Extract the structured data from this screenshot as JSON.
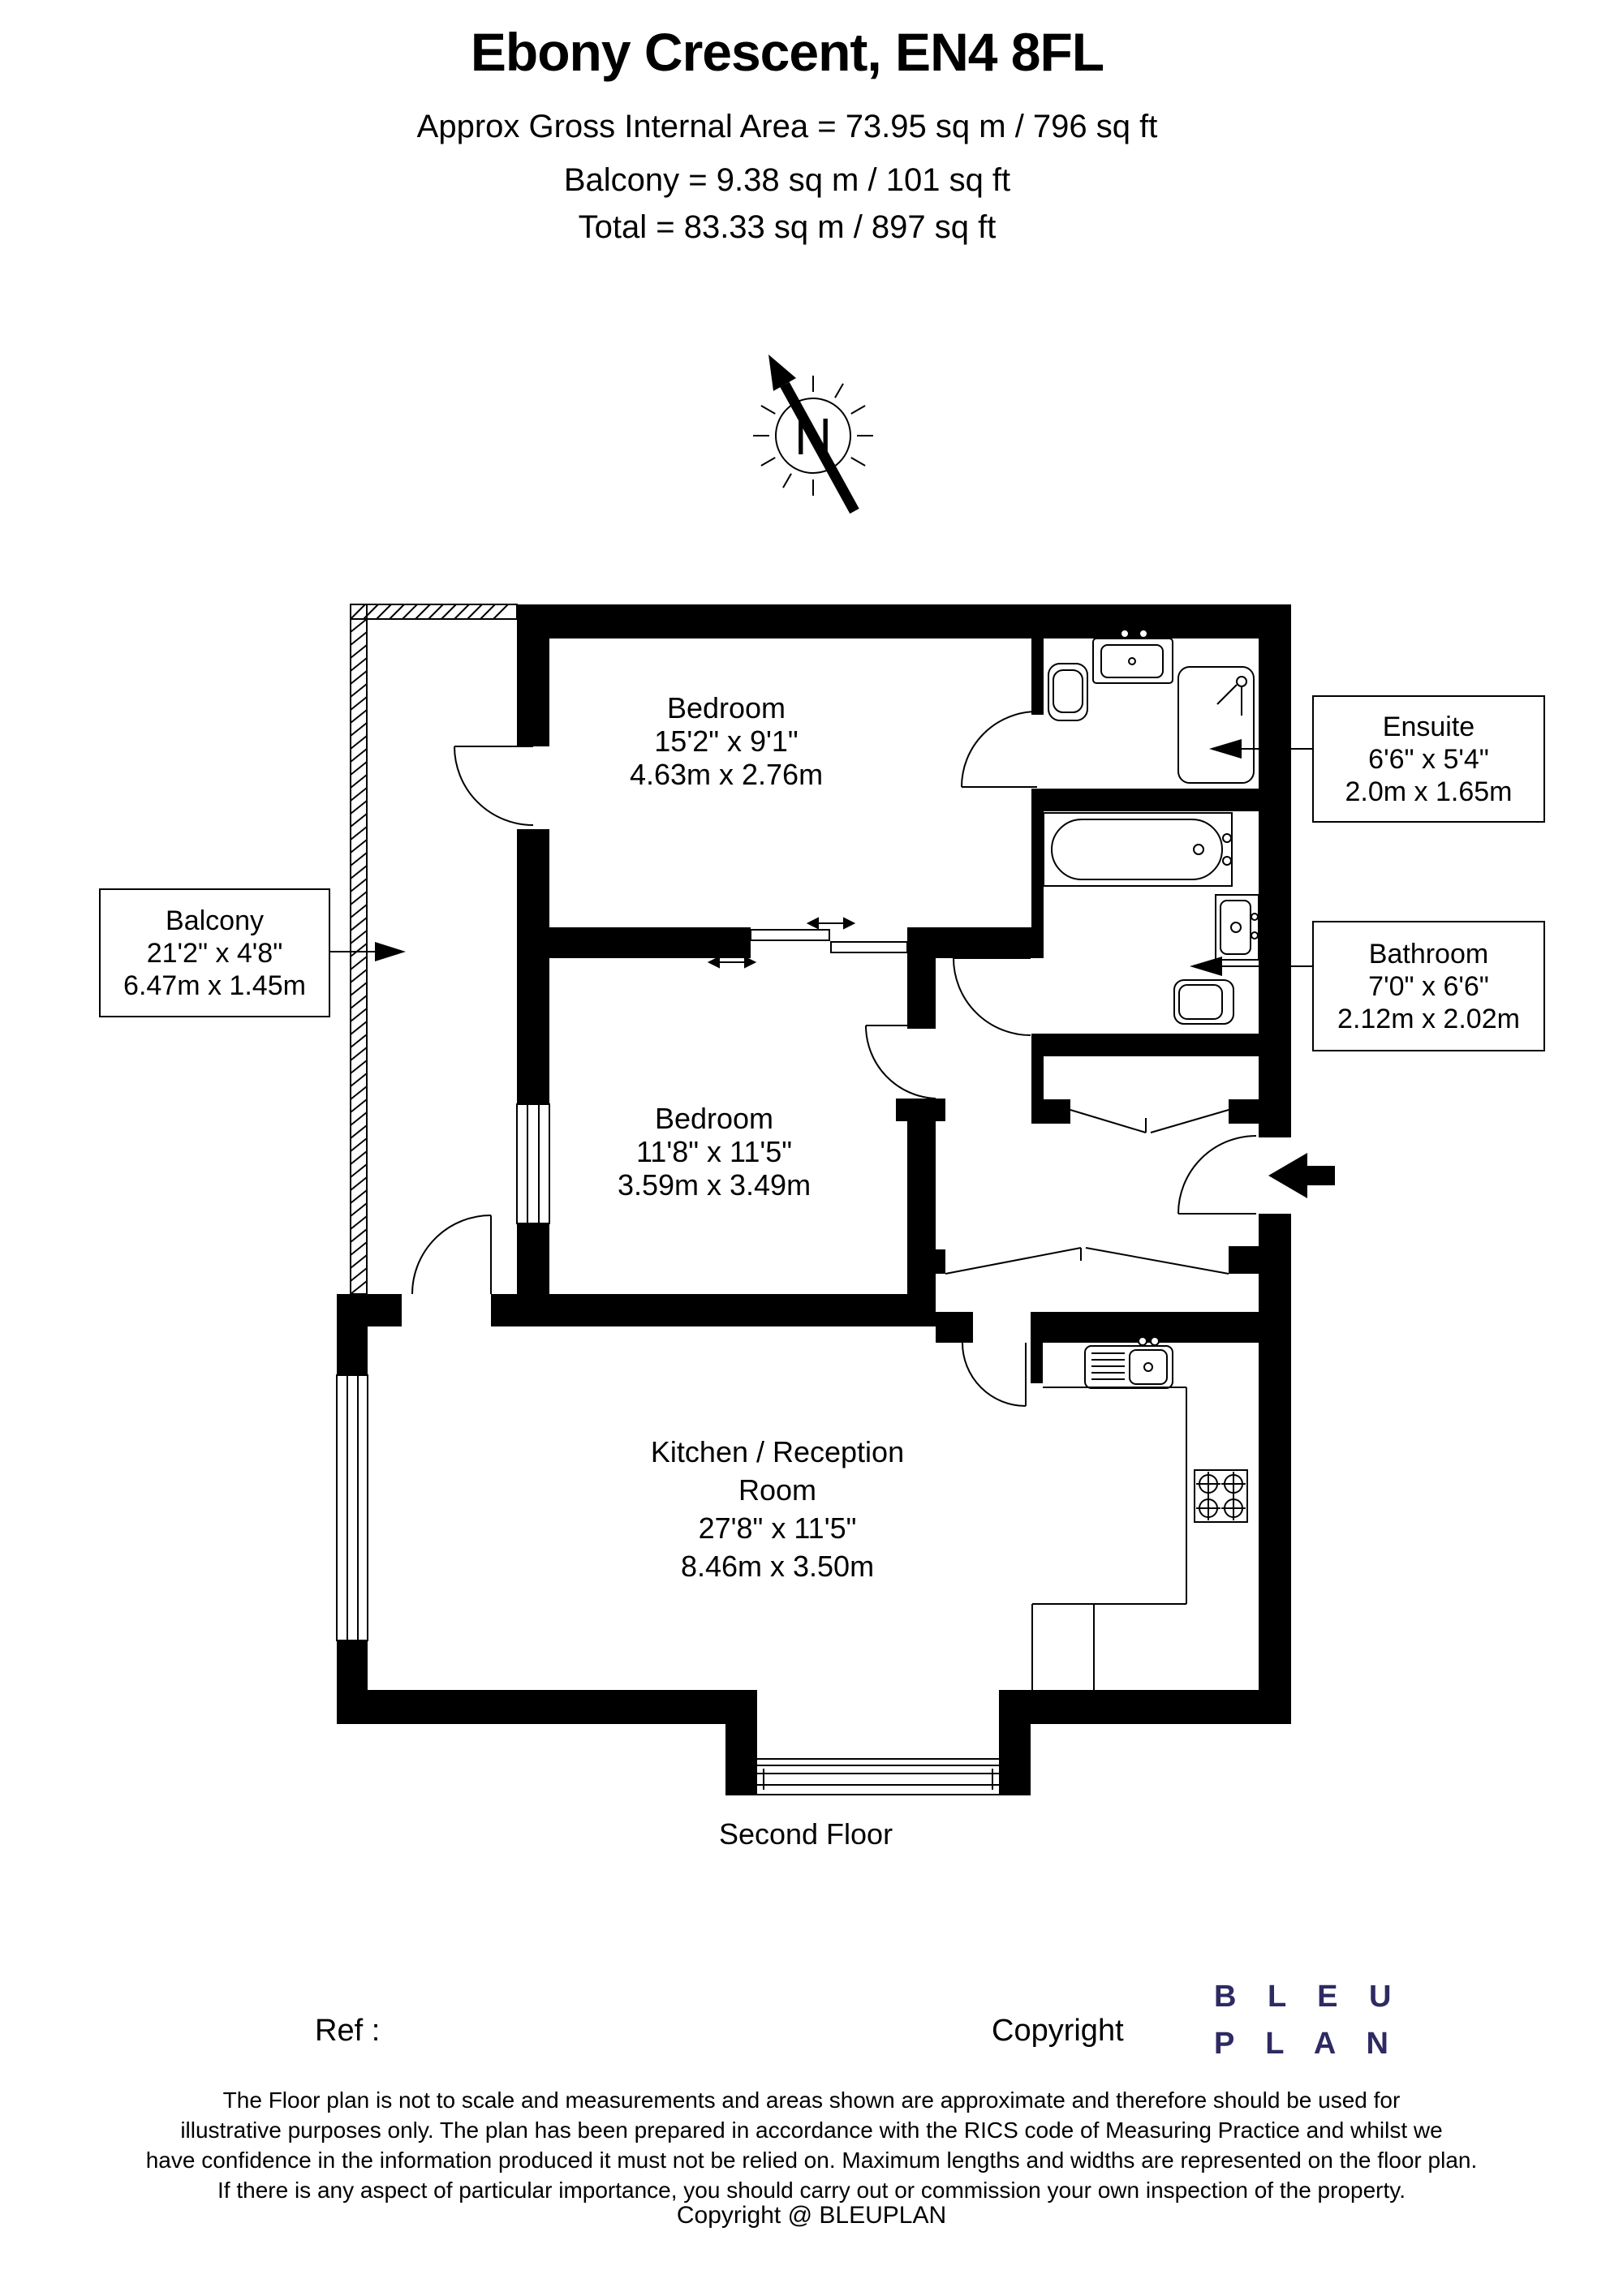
{
  "page": {
    "background": "#ffffff",
    "ink": "#000000"
  },
  "header": {
    "title": "Ebony Crescent, EN4 8FL",
    "area_line": "Approx Gross Internal Area = 73.95 sq m / 796 sq ft",
    "balcony_line": "Balcony = 9.38 sq m / 101 sq ft",
    "total_line": "Total = 83.33 sq m / 897 sq ft"
  },
  "compass": {
    "label": "N"
  },
  "rooms": [
    {
      "id": "bedroom-1",
      "name": "Bedroom",
      "imperial": "15'2\" x 9'1\"",
      "metric": "4.63m x 2.76m"
    },
    {
      "id": "bedroom-2",
      "name": "Bedroom",
      "imperial": "11'8\" x 11'5\"",
      "metric": "3.59m x 3.49m"
    },
    {
      "id": "kitchen-reception",
      "name": "Kitchen / Reception",
      "name2": "Room",
      "imperial": "27'8\" x 11'5\"",
      "metric": "8.46m x 3.50m"
    }
  ],
  "callouts": [
    {
      "id": "balcony",
      "name": "Balcony",
      "imperial": "21'2\" x 4'8\"",
      "metric": "6.47m x 1.45m"
    },
    {
      "id": "ensuite",
      "name": "Ensuite",
      "imperial": "6'6\" x 5'4\"",
      "metric": "2.0m x 1.65m"
    },
    {
      "id": "bathroom",
      "name": "Bathroom",
      "imperial": "7'0\" x 6'6\"",
      "metric": "2.12m x 2.02m"
    }
  ],
  "floor_label": "Second Floor",
  "footer": {
    "ref_label": "Ref  :",
    "copyright_label": "Copyright",
    "logo_line1": "B L E U",
    "logo_line2": "P L A N",
    "logo_color": "#2e2a62",
    "disclaimer": [
      "The Floor plan is not to scale and measurements and areas shown are approximate and therefore should be used for",
      "illustrative purposes only. The plan has been prepared in accordance with the RICS code of Measuring Practice and whilst we",
      "have confidence in the information produced it must not be relied on. Maximum lengths and widths are represented on the floor plan.",
      "If there is any aspect of particular importance, you should carry out or commission your own inspection of the property."
    ],
    "bottom_copyright": "Copyright @ BLEUPLAN"
  }
}
